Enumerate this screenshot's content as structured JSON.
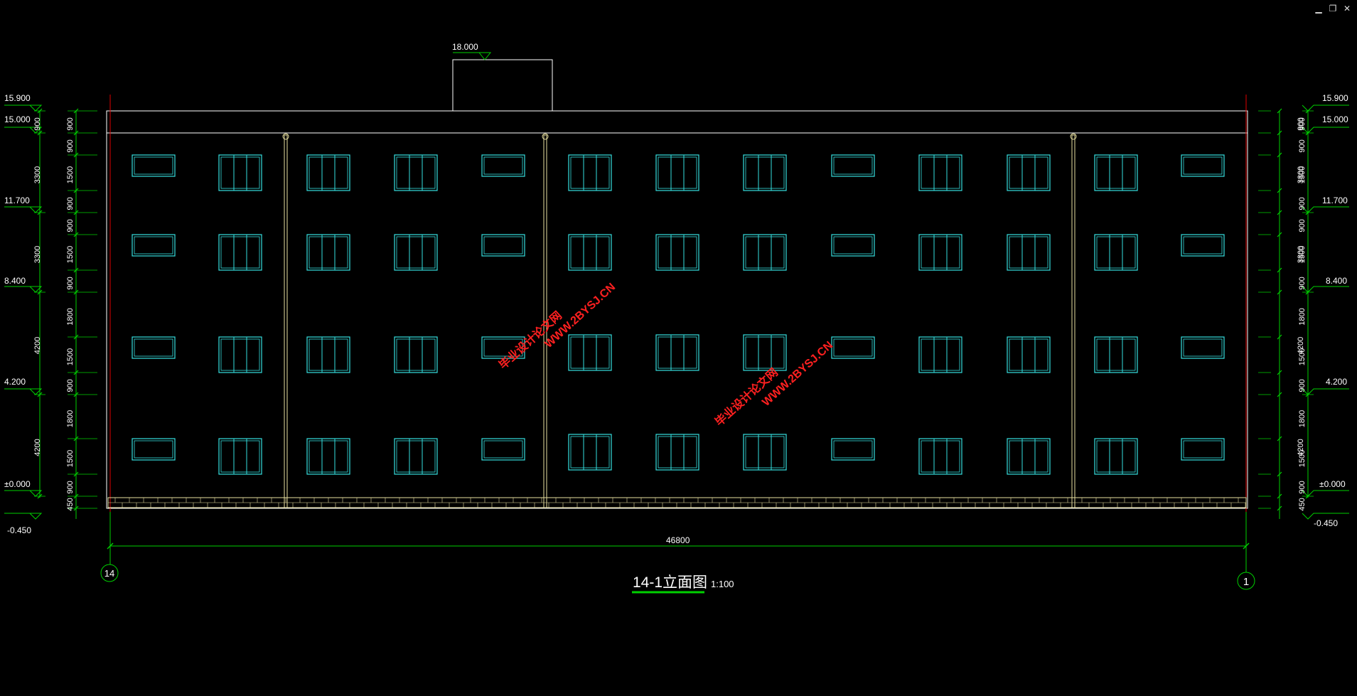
{
  "window_controls": {
    "minimize": "▁",
    "restore": "❐",
    "close": "✕"
  },
  "drawing": {
    "roof_level": "18.000",
    "left_levels": [
      "15.900",
      "15.000",
      "11.700",
      "8.400",
      "4.200",
      "±0.000",
      "-0.450"
    ],
    "right_levels": [
      "15.900",
      "15.000",
      "11.700",
      "8.400",
      "4.200",
      "±0.000",
      "-0.450"
    ],
    "dim_inner_left": [
      "900",
      "900",
      "1500",
      "900",
      "900",
      "1500",
      "900",
      "1800",
      "1500",
      "900",
      "1800",
      "1500",
      "900",
      "450"
    ],
    "dim_outer_left": [
      "900",
      "3300",
      "3300",
      "4200",
      "4200"
    ],
    "dim_inner_right": [
      "900",
      "900",
      "1500",
      "900",
      "900",
      "1500",
      "900",
      "1800",
      "1500",
      "900",
      "1800",
      "1500",
      "900",
      "450"
    ],
    "dim_outer_right": [
      "900",
      "3300",
      "3300",
      "4200",
      "4200"
    ],
    "total_length": "46800",
    "axis_left": "14",
    "axis_right": "1",
    "title": "14-1立面图",
    "scale": "1:100",
    "watermark_1": "毕业设计论文网",
    "watermark_2": "WWW.2BYSJ.CN"
  },
  "colors": {
    "dim": "#00d000",
    "window": "#35e0e0",
    "wall": "#ffffff",
    "pipe": "#e8e0a0",
    "axis_red": "#e00000",
    "watermark": "#ff2020"
  }
}
